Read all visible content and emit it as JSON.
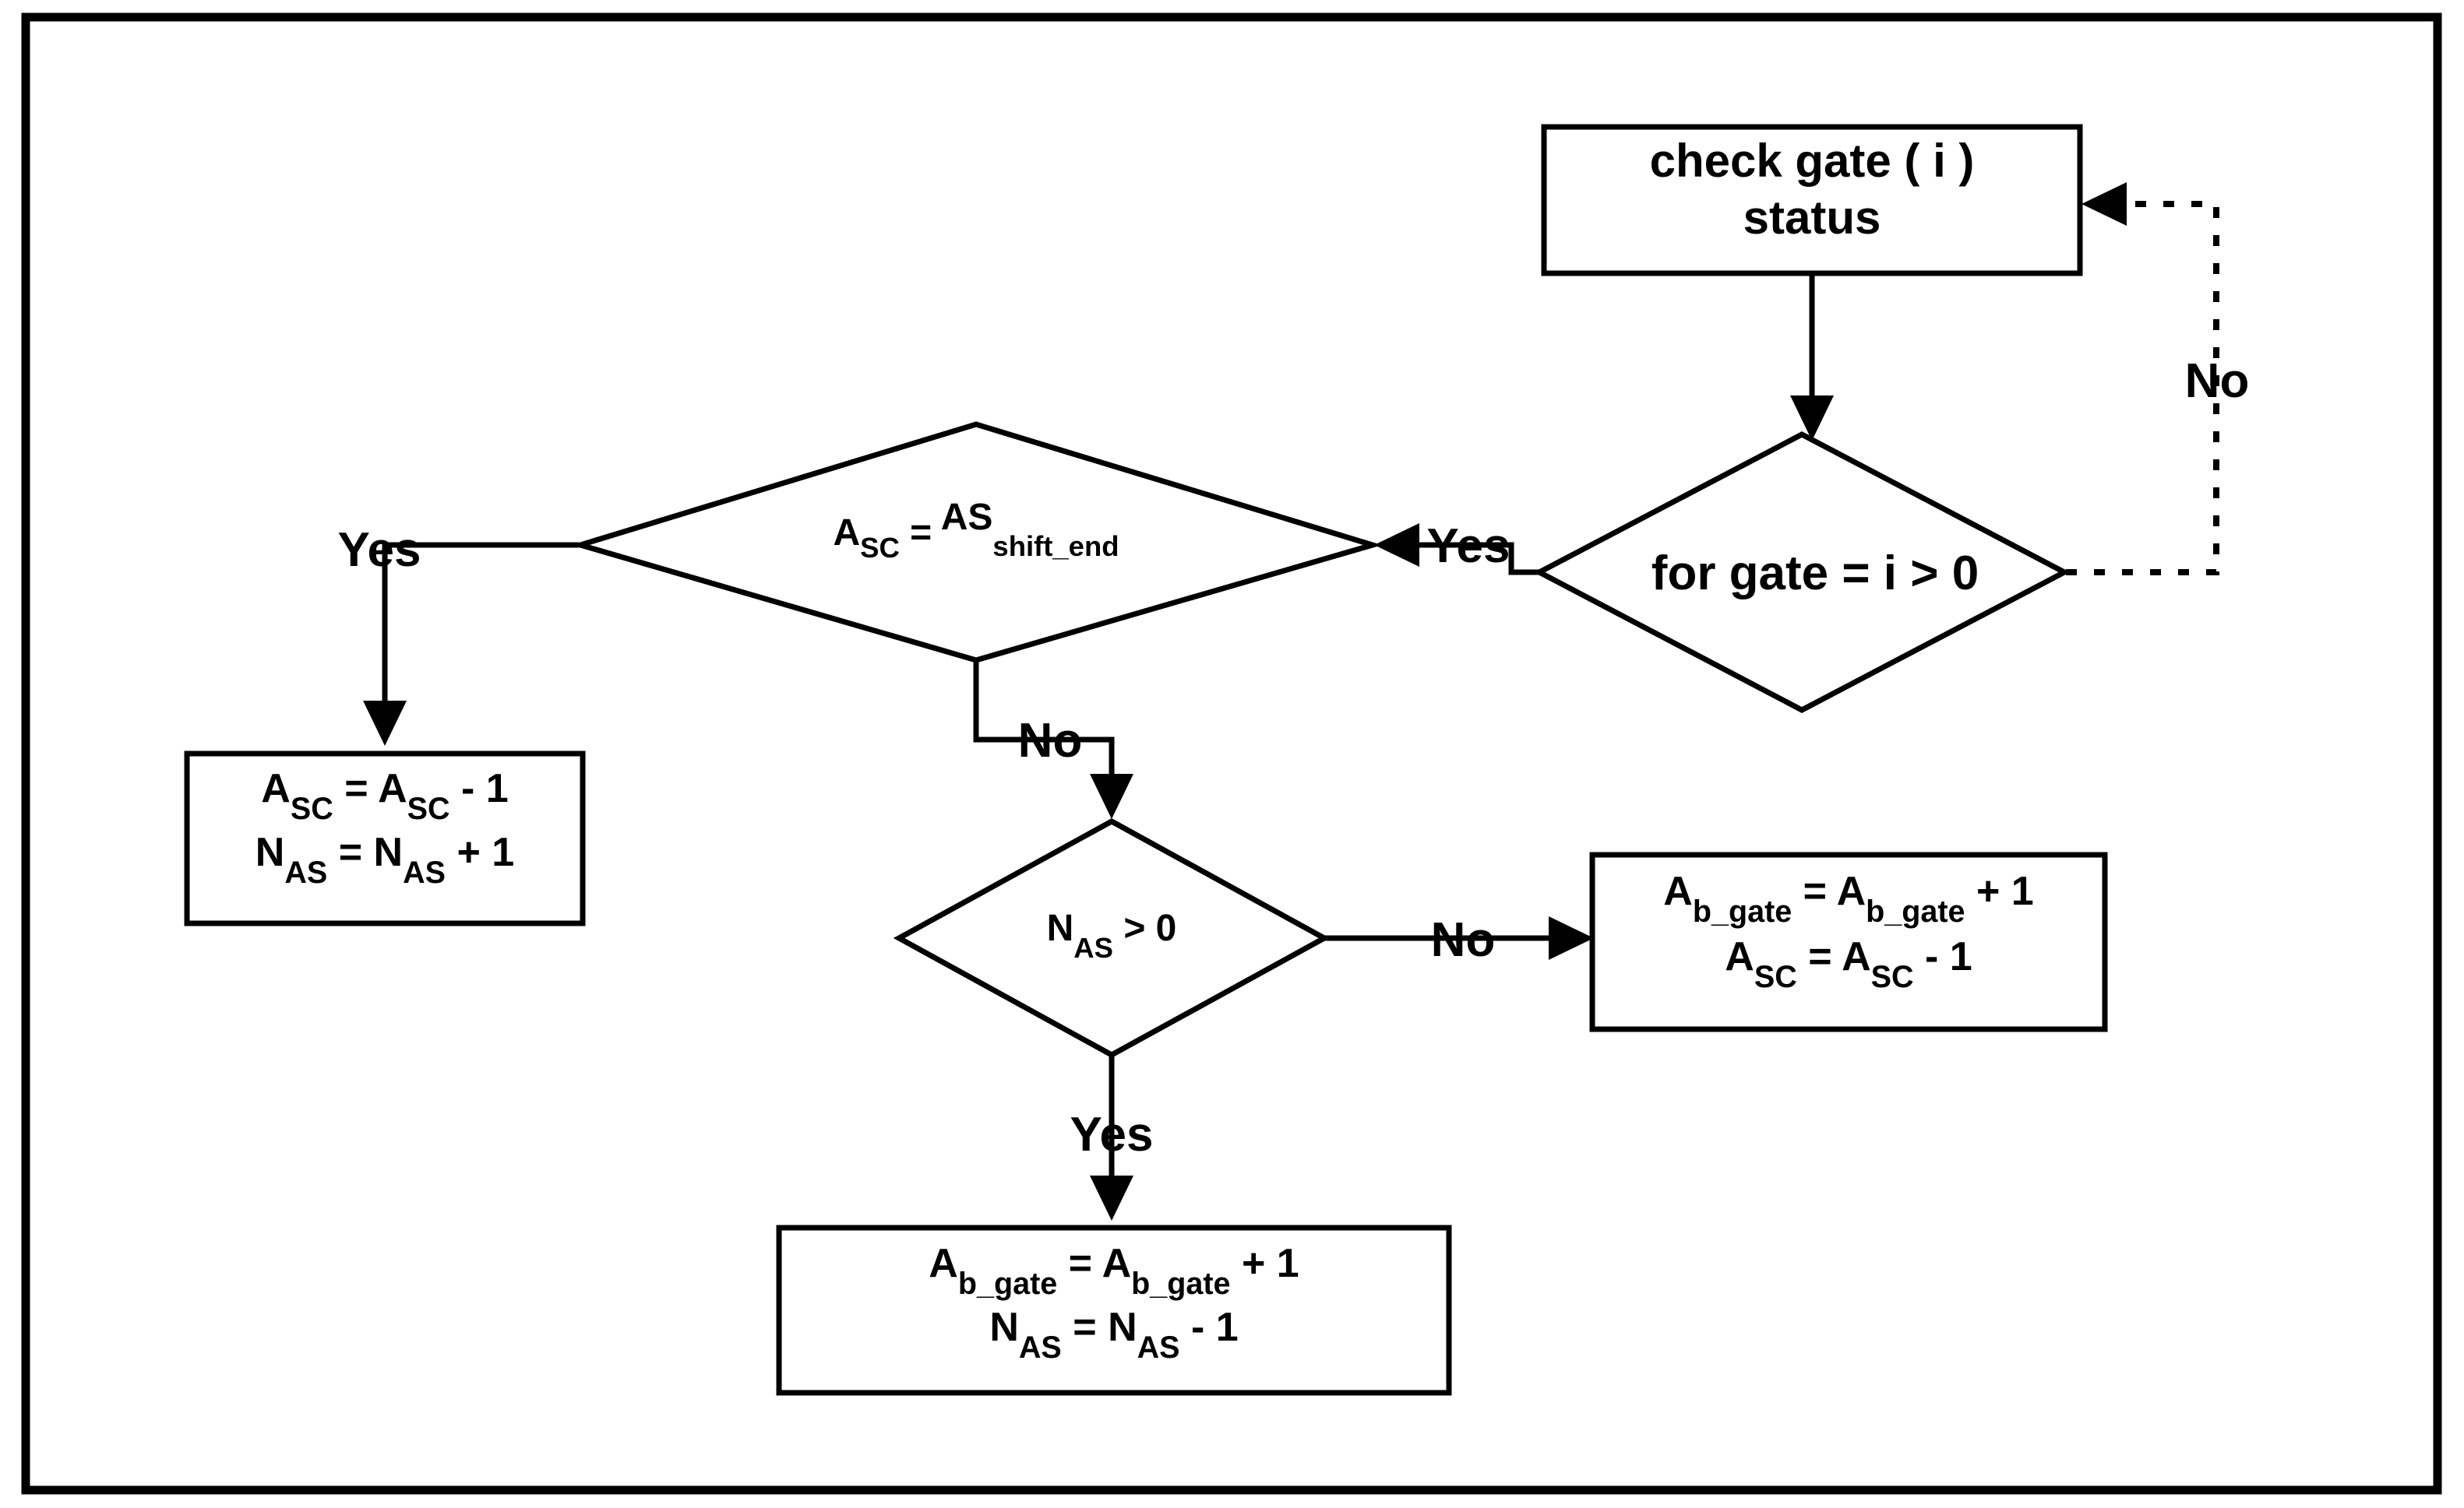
{
  "diagram": {
    "title": "gate allocation flowchart",
    "background_color": "#ffffff",
    "line_color": "#000000",
    "frame": {
      "stroke_color": "#000000"
    }
  },
  "nodes": {
    "check_gate": {
      "type": "process",
      "line1": "check gate ( i )",
      "line2": "status"
    },
    "for_gate": {
      "type": "decision",
      "text": "for  gate = i > 0"
    },
    "asc_shift_end": {
      "type": "decision",
      "lhs_base": "A",
      "lhs_sub": "SC",
      "op": "=",
      "rhs_base": "AS",
      "rhs_sub": "shift_end"
    },
    "nas_gt_zero": {
      "type": "decision",
      "base": "N",
      "sub": "AS",
      "cmp": "> 0"
    },
    "left_assign": {
      "type": "process",
      "rows": [
        {
          "lhs_base": "A",
          "lhs_sub": "SC",
          "op": "=",
          "rhs_base": "A",
          "rhs_sub": "SC",
          "tail": "-  1"
        },
        {
          "lhs_base": "N",
          "lhs_sub": "AS",
          "op": "=",
          "rhs_base": "N",
          "rhs_sub": "AS",
          "tail": "+  1"
        }
      ]
    },
    "right_assign": {
      "type": "process",
      "rows": [
        {
          "lhs_base": "A",
          "lhs_sub": "b_gate",
          "op": "=",
          "rhs_base": "A",
          "rhs_sub": "b_gate",
          "tail": "+ 1"
        },
        {
          "lhs_base": "A",
          "lhs_sub": "SC",
          "op": "=",
          "rhs_base": "A",
          "rhs_sub": "SC",
          "tail": "-  1"
        }
      ]
    },
    "bottom_assign": {
      "type": "process",
      "rows": [
        {
          "lhs_base": "A",
          "lhs_sub": "b_gate",
          "op": "=",
          "rhs_base": "A",
          "rhs_sub": "b_gate",
          "tail": "+ 1"
        },
        {
          "lhs_base": "N",
          "lhs_sub": "AS",
          "op": "=",
          "rhs_base": "N",
          "rhs_sub": "AS",
          "tail": "-  1"
        }
      ]
    }
  },
  "edge_labels": {
    "loop_no": "No",
    "for_gate_yes": "Yes",
    "shift_end_yes": "Yes",
    "shift_end_no": "No",
    "nas_no": "No",
    "nas_yes": "Yes"
  }
}
